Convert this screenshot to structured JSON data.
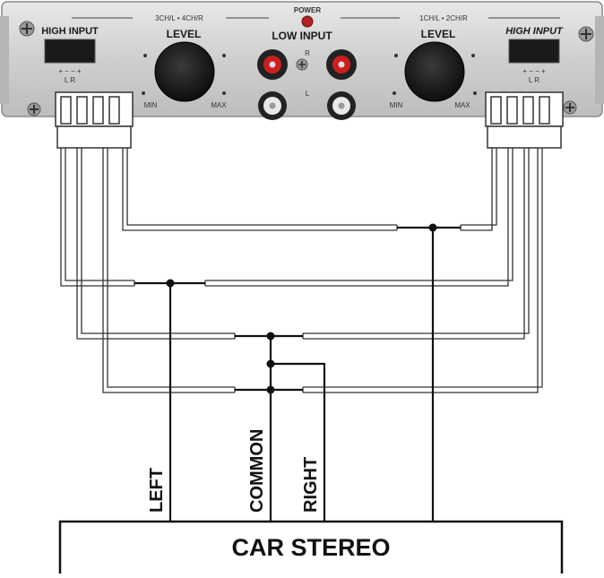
{
  "amplifier_panel": {
    "left_channels": "3CH/L • 4CH/R",
    "power": "POWER",
    "right_channels": "1CH/L • 2CH/R",
    "high_input_left": "HIGH INPUT",
    "high_input_right": "HIGH INPUT",
    "level_left": "LEVEL",
    "level_right": "LEVEL",
    "low_input": "LOW INPUT",
    "rca_r": "R",
    "rca_l": "L",
    "min_left": "MIN",
    "max_left": "MAX",
    "min_right": "MIN",
    "max_right": "MAX",
    "polarity_left": "+  −  −  +",
    "polarity_left_lr": "L      R",
    "polarity_right": "+  −  −  +",
    "polarity_right_lr": "L      R"
  },
  "wires": {
    "left": "LEFT",
    "common": "COMMON",
    "right": "RIGHT"
  },
  "car_stereo": {
    "label": "CAR STEREO"
  },
  "colors": {
    "panel": "#d4d4d4",
    "wire_outline": "#333333",
    "knob": "#1b1b1b",
    "rca_red": "#cc1f1f",
    "power_led": "#b22222"
  }
}
